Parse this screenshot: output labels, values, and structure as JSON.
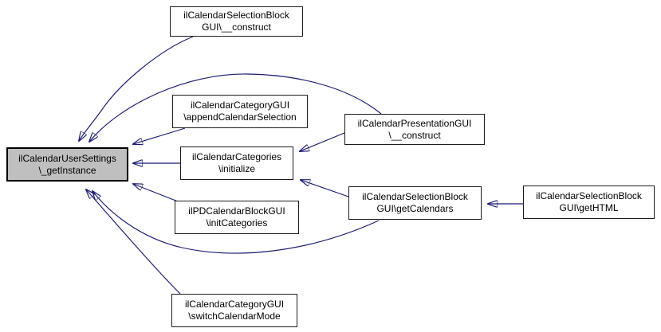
{
  "diagram": {
    "type": "call-graph",
    "colors": {
      "edge": "#191970",
      "node_fill": "#ffffff",
      "node_border": "#1c1c1c",
      "highlight_fill": "#bfbfbf",
      "text": "#000000",
      "background": "#ffffff"
    }
  },
  "nodes": [
    {
      "id": "get-instance",
      "line1": "ilCalendarUserSettings",
      "line2": "\\_getInstance",
      "highlighted": true
    },
    {
      "id": "selectionblock-construct",
      "line1": "ilCalendarSelectionBlock",
      "line2": "GUI\\__construct",
      "highlighted": false
    },
    {
      "id": "append-calendar-selection",
      "line1": "ilCalendarCategoryGUI",
      "line2": "\\appendCalendarSelection",
      "highlighted": false
    },
    {
      "id": "categories-initialize",
      "line1": "ilCalendarCategories",
      "line2": "\\initialize",
      "highlighted": false
    },
    {
      "id": "init-categories",
      "line1": "ilPDCalendarBlockGUI",
      "line2": "\\initCategories",
      "highlighted": false
    },
    {
      "id": "switch-calendar-mode",
      "line1": "ilCalendarCategoryGUI",
      "line2": "\\switchCalendarMode",
      "highlighted": false
    },
    {
      "id": "presentation-construct",
      "line1": "ilCalendarPresentationGUI",
      "line2": "\\__construct",
      "highlighted": false
    },
    {
      "id": "get-calendars",
      "line1": "ilCalendarSelectionBlock",
      "line2": "GUI\\getCalendars",
      "highlighted": false
    },
    {
      "id": "get-html",
      "line1": "ilCalendarSelectionBlock",
      "line2": "GUI\\getHTML",
      "highlighted": false
    }
  ],
  "edges": [
    {
      "from": "selectionblock-construct",
      "to": "get-instance"
    },
    {
      "from": "presentation-construct",
      "to": "get-instance"
    },
    {
      "from": "append-calendar-selection",
      "to": "get-instance"
    },
    {
      "from": "categories-initialize",
      "to": "get-instance"
    },
    {
      "from": "init-categories",
      "to": "get-instance"
    },
    {
      "from": "get-calendars",
      "to": "get-instance"
    },
    {
      "from": "switch-calendar-mode",
      "to": "get-instance"
    },
    {
      "from": "presentation-construct",
      "to": "categories-initialize"
    },
    {
      "from": "get-calendars",
      "to": "categories-initialize"
    },
    {
      "from": "get-html",
      "to": "get-calendars"
    }
  ]
}
